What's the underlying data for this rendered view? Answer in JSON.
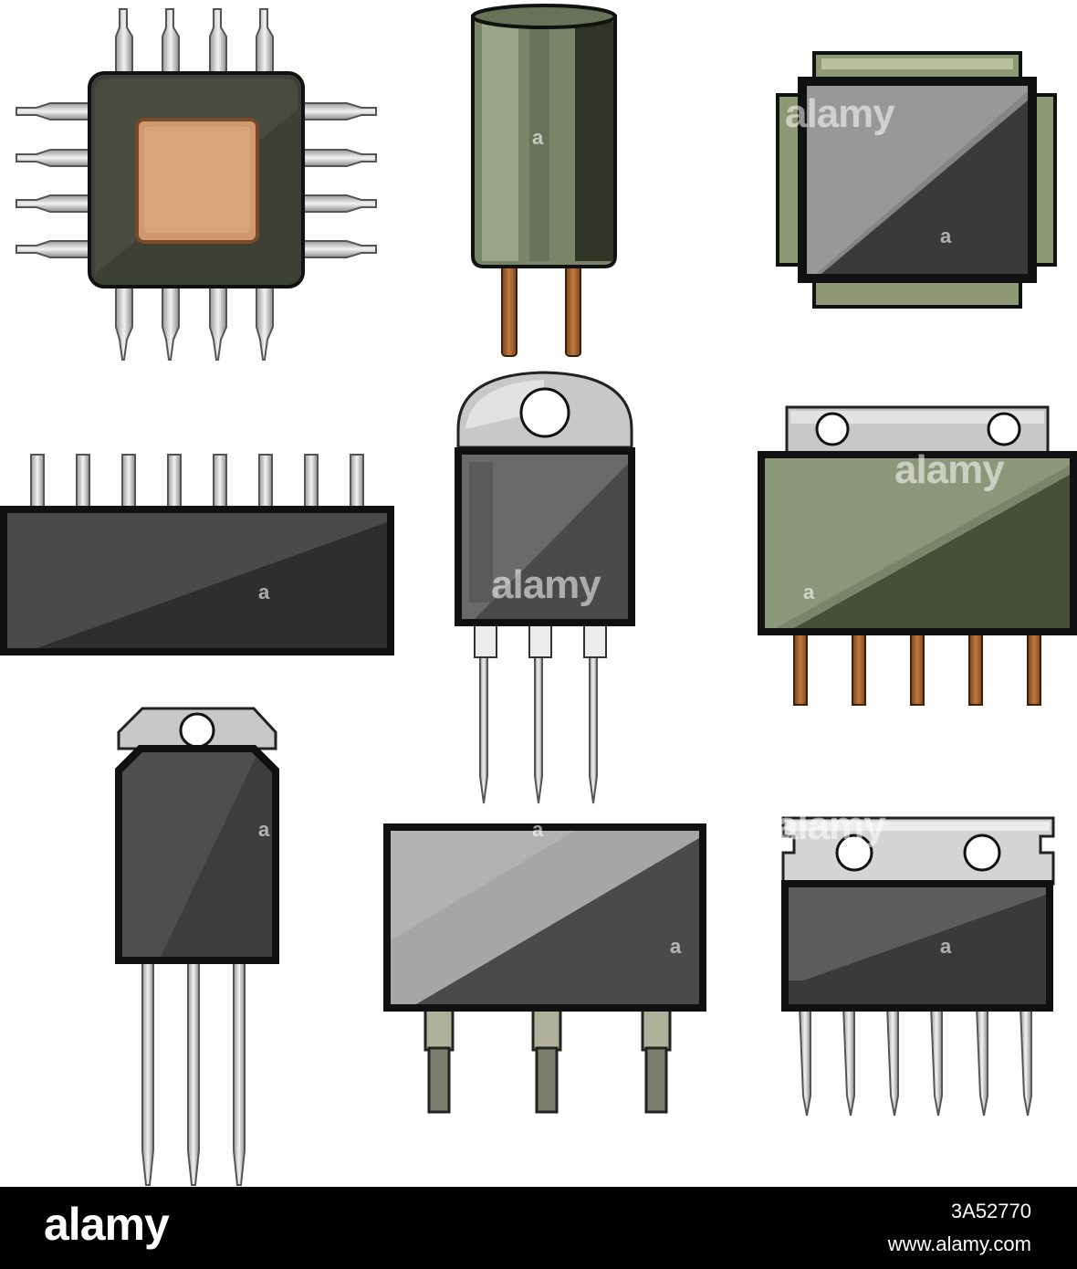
{
  "watermark": {
    "text": "alamy",
    "letter": "a"
  },
  "footer": {
    "brand": "alamy",
    "image_id": "3A52770",
    "url": "www.alamy.com"
  },
  "colors": {
    "background": "#ffffff",
    "footer": "#000000",
    "chip_body": "#3d4034",
    "copper_die": "#cf9a72",
    "capacitor_green": "#7a8468",
    "dark_case": "#3a3a3a",
    "metal_tab": "#c8c8c8",
    "copper_lead": "#a0602e"
  },
  "icons": [
    "microchip-icon",
    "capacitor-icon",
    "qfp-chip-icon",
    "sip-chip-icon",
    "to220-transistor-icon",
    "green-module-icon",
    "to3p-transistor-icon",
    "relay-block-icon",
    "tab-module-icon"
  ]
}
